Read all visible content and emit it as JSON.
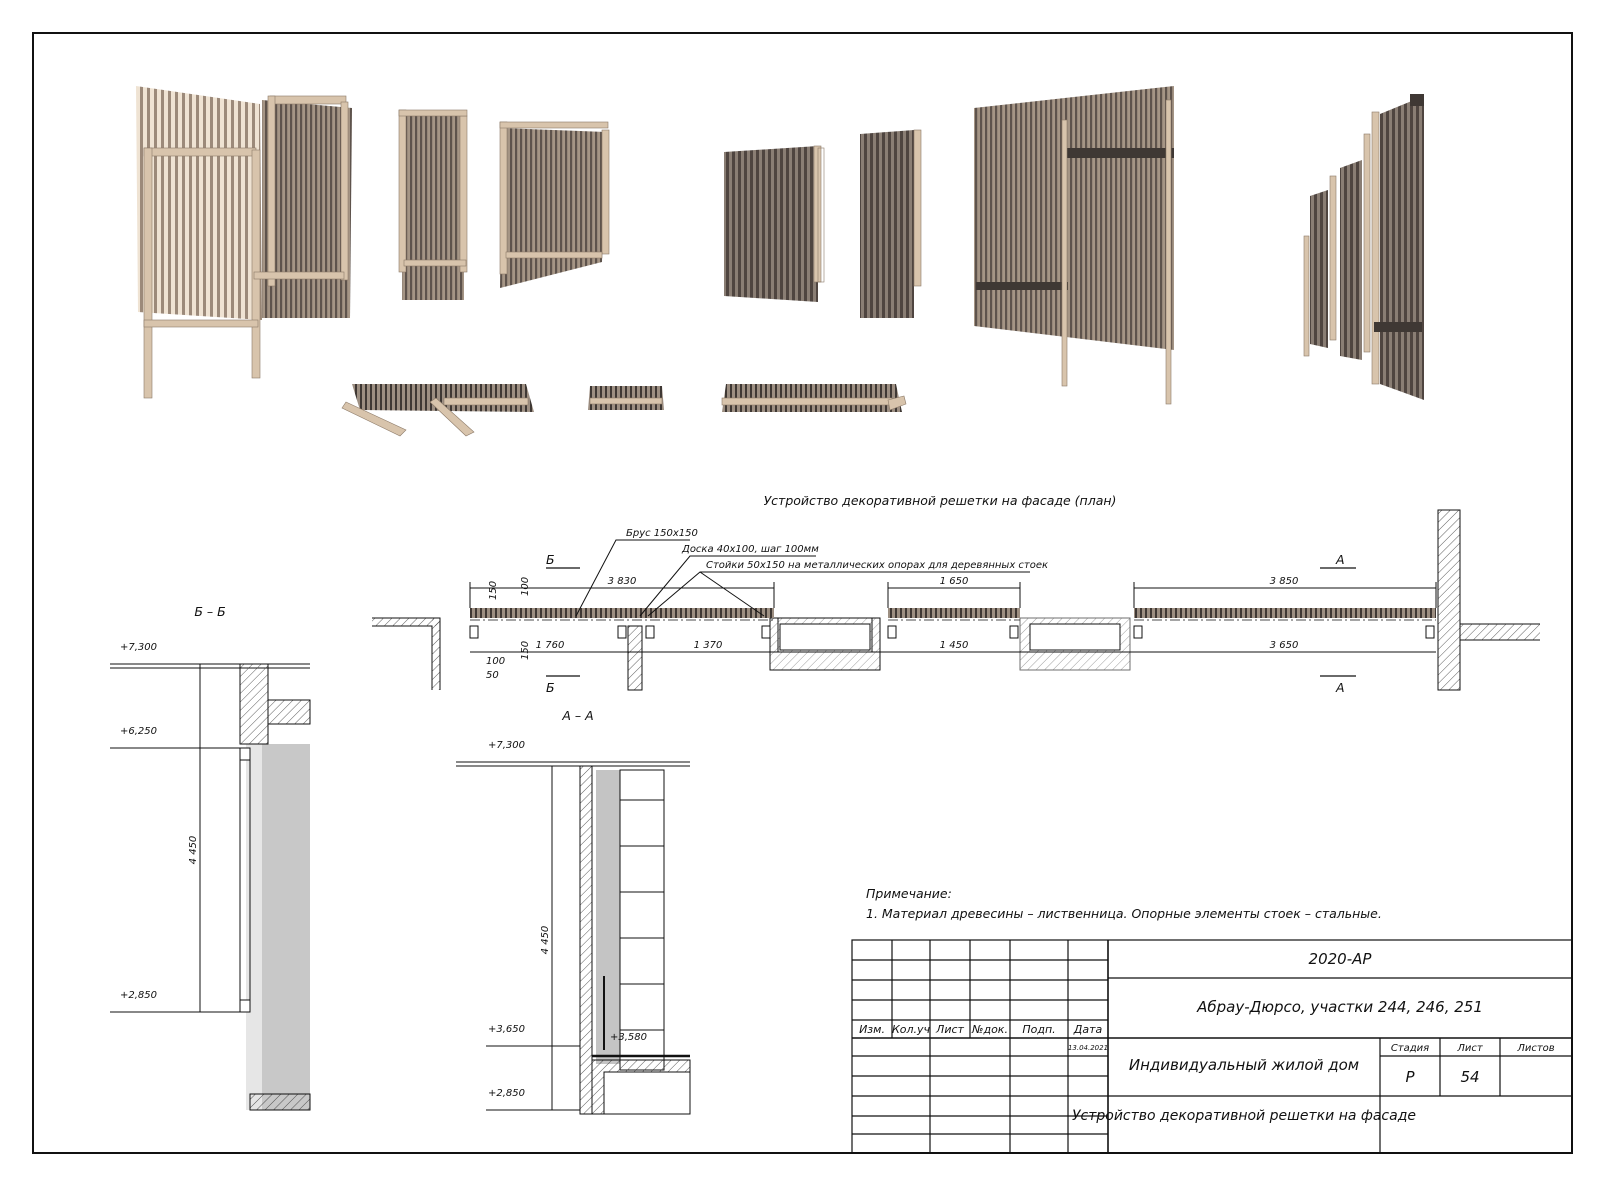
{
  "plan": {
    "title": "Устройство декоративной решетки на фасаде (план)",
    "callouts": {
      "beam": "Брус 150х150",
      "board": "Доска 40х100, шаг 100мм",
      "posts": "Стойки 50х150 на металлических опорах для деревянных стоек"
    },
    "cut_b": "Б",
    "cut_a": "А",
    "dims_top": [
      "3 830",
      "1 650",
      "3 850"
    ],
    "dims_bottom": [
      "1 760",
      "1 370",
      "1 450",
      "3 650"
    ],
    "dims_small": [
      "100",
      "50",
      "150",
      "100",
      "150"
    ]
  },
  "section_bb": {
    "title": "Б – Б",
    "levels": [
      "+7,300",
      "+6,250",
      "+2,850"
    ],
    "height": "4 450"
  },
  "section_aa": {
    "title": "А – А",
    "levels": [
      "+7,300",
      "+3,650",
      "+3,580",
      "+2,850"
    ],
    "height": "4 450"
  },
  "note": {
    "heading": "Примечание:",
    "text": "1. Материал древесины – лиственница. Опорные элементы стоек – стальные."
  },
  "title_block": {
    "code": "2020-АР",
    "project": "Абрау-Дюрсо, участки 244, 246, 251",
    "building": "Индивидуальный жилой дом",
    "sheet_title": "Устройство декоративной решетки на фасаде",
    "columns": [
      "Изм.",
      "Кол.уч",
      "Лист",
      "№док.",
      "Подп.",
      "Дата"
    ],
    "date": "13.04.2021",
    "stage_label": "Стадия",
    "sheet_label": "Лист",
    "sheets_label": "Листов",
    "stage": "Р",
    "sheet_no": "54",
    "sheets_total": ""
  },
  "colors": {
    "wood_light": "#d8c4ac",
    "wood_dark": "#6e625a",
    "line": "#111111",
    "shadow": "#b5b5b5"
  }
}
